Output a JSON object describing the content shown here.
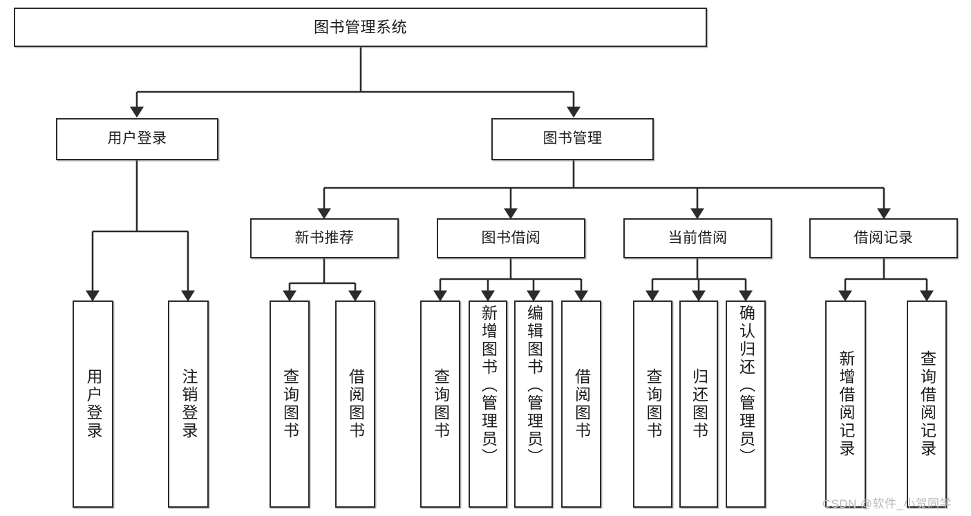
{
  "diagram": {
    "title": "图书管理系统",
    "type": "hierarchy-tree",
    "watermark": "CSDN @软件_小贺同学",
    "colors": {
      "stroke": "#2b2b2b",
      "box_fill": "#ffffff",
      "text": "#1c1c1c",
      "watermark": "#b9b9b9",
      "background": "#ffffff"
    },
    "nodes": {
      "root": {
        "label": "图书管理系统"
      },
      "level2": [
        {
          "id": "user-login",
          "label": "用户登录"
        },
        {
          "id": "book-management",
          "label": "图书管理"
        }
      ],
      "level3": [
        {
          "id": "new-book-recommend",
          "label": "新书推荐"
        },
        {
          "id": "book-borrow",
          "label": "图书借阅"
        },
        {
          "id": "current-borrow",
          "label": "当前借阅"
        },
        {
          "id": "borrow-record",
          "label": "借阅记录"
        }
      ],
      "leaves": [
        {
          "id": "leaf-user-login",
          "label": "用户登录",
          "parent": "user-login"
        },
        {
          "id": "leaf-logout-login",
          "label": "注销登录",
          "parent": "user-login"
        },
        {
          "id": "leaf-query-book-1",
          "label": "查询图书",
          "parent": "new-book-recommend"
        },
        {
          "id": "leaf-borrow-book-1",
          "label": "借阅图书",
          "parent": "new-book-recommend"
        },
        {
          "id": "leaf-query-book-2",
          "label": "查询图书",
          "parent": "book-borrow"
        },
        {
          "id": "leaf-add-book",
          "label": "新增图书（管理员）",
          "parent": "book-borrow"
        },
        {
          "id": "leaf-edit-book",
          "label": "编辑图书（管理员）",
          "parent": "book-borrow"
        },
        {
          "id": "leaf-borrow-book-2",
          "label": "借阅图书",
          "parent": "book-borrow"
        },
        {
          "id": "leaf-query-book-3",
          "label": "查询图书",
          "parent": "current-borrow"
        },
        {
          "id": "leaf-return-book",
          "label": "归还图书",
          "parent": "current-borrow"
        },
        {
          "id": "leaf-confirm-return",
          "label": "确认归还（管理员）",
          "parent": "current-borrow"
        },
        {
          "id": "leaf-add-record",
          "label": "新增借阅记录",
          "parent": "borrow-record"
        },
        {
          "id": "leaf-query-record",
          "label": "查询借阅记录",
          "parent": "borrow-record"
        }
      ]
    }
  }
}
